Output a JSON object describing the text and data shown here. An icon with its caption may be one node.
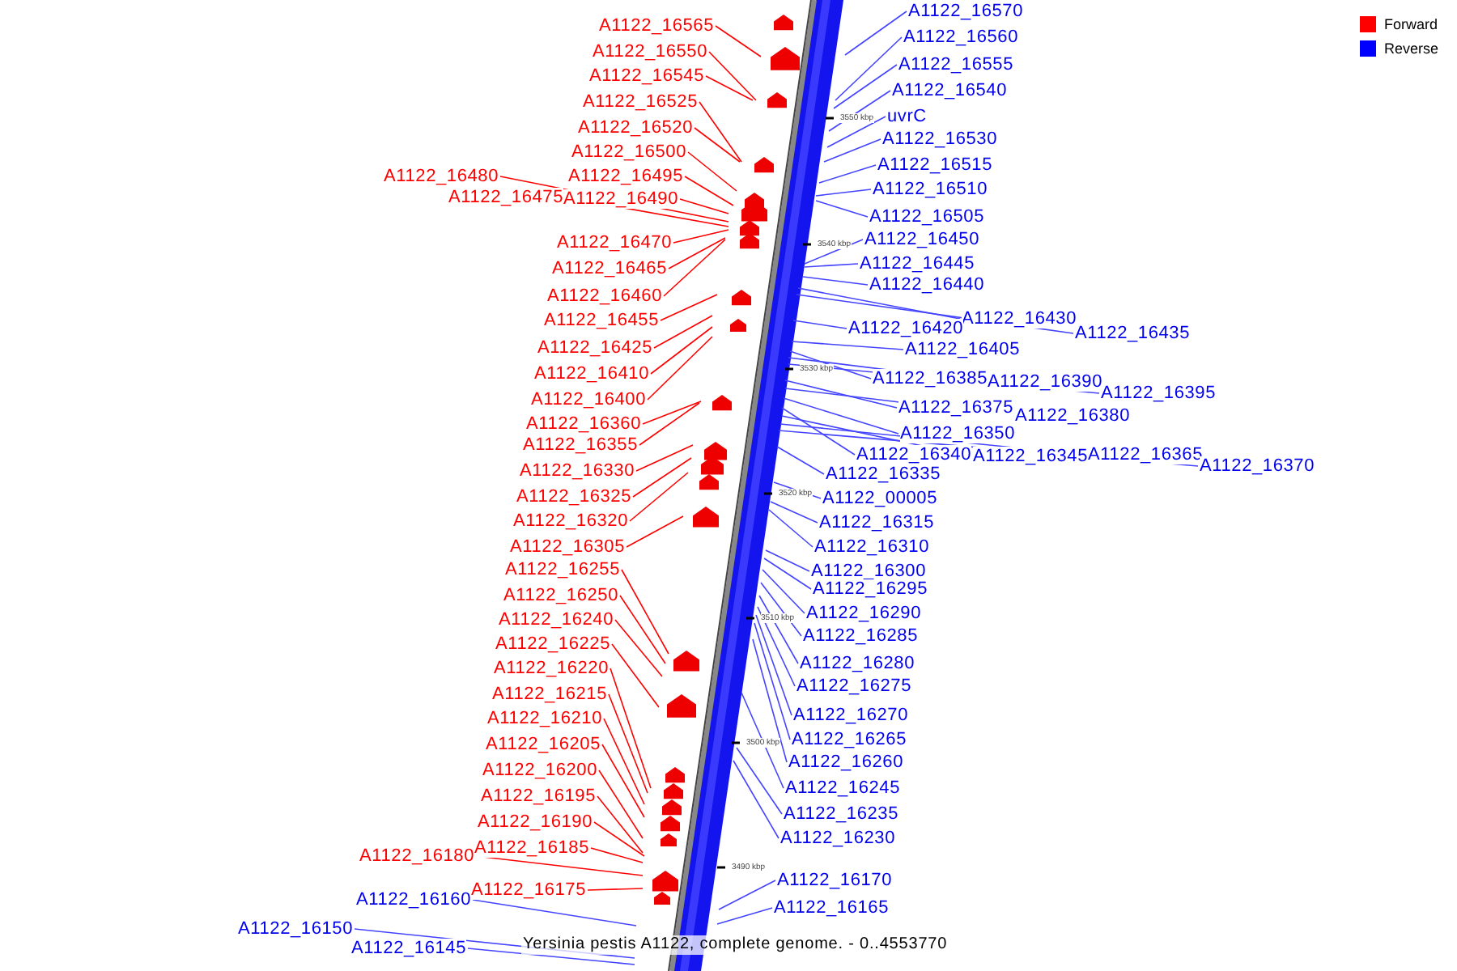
{
  "diagram": {
    "caption": "Yersinia pestis A1122, complete genome. - 0..4553770",
    "nodes": [
      {
        "text": [
          "A1122_16565"
        ]
      },
      {
        "text": [
          "A1122_16550"
        ]
      },
      {
        "text": [
          "A1122_16545"
        ]
      },
      {
        "text": [
          "A1122_16525"
        ]
      },
      {
        "text": [
          "A1122_16520"
        ]
      },
      {
        "text": [
          "A1122_16500"
        ]
      },
      {
        "text": [
          "A1122_16495"
        ]
      },
      {
        "text": [
          "A1122_16480"
        ]
      },
      {
        "text": [
          "A1122_16475"
        ]
      },
      {
        "text": [
          "A1122_16490"
        ]
      },
      {
        "text": [
          "A1122_16470"
        ]
      },
      {
        "text": [
          "A1122_16465"
        ]
      },
      {
        "text": [
          "A1122_16460"
        ]
      },
      {
        "text": [
          "A1122_16455"
        ]
      },
      {
        "text": [
          "A1122_16425"
        ]
      },
      {
        "text": [
          "A1122_16410"
        ]
      },
      {
        "text": [
          "A1122_16400"
        ]
      },
      {
        "text": [
          "A1122_16360"
        ]
      },
      {
        "text": [
          "A1122_16355"
        ]
      },
      {
        "text": [
          "A1122_16330"
        ]
      },
      {
        "text": [
          "A1122_16325"
        ]
      },
      {
        "text": [
          "A1122_16320"
        ]
      },
      {
        "text": [
          "A1122_16305"
        ]
      },
      {
        "text": [
          "A1122_16255"
        ]
      },
      {
        "text": [
          "A1122_16250"
        ]
      },
      {
        "text": [
          "A1122_16240"
        ]
      },
      {
        "text": [
          "A1122_16225"
        ]
      },
      {
        "text": [
          "A1122_16220"
        ]
      },
      {
        "text": [
          "A1122_16215"
        ]
      },
      {
        "text": [
          "A1122_16210"
        ]
      },
      {
        "text": [
          "A1122_16205"
        ]
      },
      {
        "text": [
          "A1122_16200"
        ]
      },
      {
        "text": [
          "A1122_16195"
        ]
      },
      {
        "text": [
          "A1122_16190"
        ]
      },
      {
        "text": [
          "A1122_16185"
        ]
      },
      {
        "text": [
          "A1122_16180"
        ]
      },
      {
        "text": [
          "A1122_16175"
        ]
      },
      {
        "text": [
          "A1122_16160"
        ]
      },
      {
        "text": [
          "A1122_16150"
        ]
      },
      {
        "text": [
          "A1122_16145"
        ]
      },
      {
        "text": [
          "A1122_16570"
        ]
      },
      {
        "text": [
          "A1122_16560"
        ]
      },
      {
        "text": [
          "A1122_16555"
        ]
      },
      {
        "text": [
          "A1122_16540"
        ]
      },
      {
        "text": [
          "uvrC"
        ]
      },
      {
        "text": [
          "A1122_16530"
        ]
      },
      {
        "text": [
          "A1122_16515"
        ]
      },
      {
        "text": [
          "A1122_16510"
        ]
      },
      {
        "text": [
          "A1122_16505"
        ]
      },
      {
        "text": [
          "A1122_16450"
        ]
      },
      {
        "text": [
          "A1122_16445"
        ]
      },
      {
        "text": [
          "A1122_16440"
        ]
      },
      {
        "text": [
          "A1122_16430"
        ]
      },
      {
        "text": [
          "A1122_16435"
        ]
      },
      {
        "text": [
          "A1122_16420"
        ]
      },
      {
        "text": [
          "A1122_16405"
        ]
      },
      {
        "text": [
          "A1122_16385"
        ]
      },
      {
        "text": [
          "A1122_16390"
        ]
      },
      {
        "text": [
          "A1122_16395"
        ]
      },
      {
        "text": [
          "A1122_16375"
        ]
      },
      {
        "text": [
          "A1122_16380"
        ]
      },
      {
        "text": [
          "A1122_16350"
        ]
      },
      {
        "text": [
          "A1122_16340"
        ]
      },
      {
        "text": [
          "A1122_16345"
        ]
      },
      {
        "text": [
          "A1122_16365"
        ]
      },
      {
        "text": [
          "A1122_16370"
        ]
      },
      {
        "text": [
          "A1122_16335"
        ]
      },
      {
        "text": [
          "A1122_00005"
        ]
      },
      {
        "text": [
          "A1122_16315"
        ]
      },
      {
        "text": [
          "A1122_16310"
        ]
      },
      {
        "text": [
          "A1122_16300"
        ]
      },
      {
        "text": [
          "A1122_16295"
        ]
      },
      {
        "text": [
          "A1122_16290"
        ]
      },
      {
        "text": [
          "A1122_16285"
        ]
      },
      {
        "text": [
          "A1122_16280"
        ]
      },
      {
        "text": [
          "A1122_16275"
        ]
      },
      {
        "text": [
          "A1122_16270"
        ]
      },
      {
        "text": [
          "A1122_16265"
        ]
      },
      {
        "text": [
          "A1122_16260"
        ]
      },
      {
        "text": [
          "A1122_16245"
        ]
      },
      {
        "text": [
          "A1122_16235"
        ]
      },
      {
        "text": [
          "A1122_16230"
        ]
      },
      {
        "text": [
          "A1122_16170"
        ]
      },
      {
        "text": [
          "A1122_16165"
        ]
      },
      {
        "text": [],
        "shape": "bar"
      }
    ],
    "edges": [
      {
        "from": 0,
        "to": 84,
        "arrow": "none",
        "color": "#ff0000"
      },
      {
        "from": 1,
        "to": 84,
        "arrow": "none",
        "color": "#ff0000"
      },
      {
        "from": 2,
        "to": 84,
        "arrow": "none",
        "color": "#ff0000"
      },
      {
        "from": 3,
        "to": 84,
        "arrow": "none",
        "color": "#ff0000"
      },
      {
        "from": 4,
        "to": 84,
        "arrow": "none",
        "color": "#ff0000"
      },
      {
        "from": 5,
        "to": 84,
        "arrow": "none",
        "color": "#ff0000"
      },
      {
        "from": 6,
        "to": 84,
        "arrow": "none",
        "color": "#ff0000"
      },
      {
        "from": 7,
        "to": 84,
        "arrow": "none",
        "color": "#ff0000"
      },
      {
        "from": 8,
        "to": 84,
        "arrow": "none",
        "color": "#ff0000"
      },
      {
        "from": 9,
        "to": 84,
        "arrow": "none",
        "color": "#ff0000"
      },
      {
        "from": 10,
        "to": 84,
        "arrow": "none",
        "color": "#ff0000"
      },
      {
        "from": 11,
        "to": 84,
        "arrow": "none",
        "color": "#ff0000"
      },
      {
        "from": 12,
        "to": 84,
        "arrow": "none",
        "color": "#ff0000"
      },
      {
        "from": 13,
        "to": 84,
        "arrow": "none",
        "color": "#ff0000"
      },
      {
        "from": 14,
        "to": 84,
        "arrow": "none",
        "color": "#ff0000"
      },
      {
        "from": 15,
        "to": 84,
        "arrow": "none",
        "color": "#ff0000"
      },
      {
        "from": 16,
        "to": 84,
        "arrow": "none",
        "color": "#ff0000"
      },
      {
        "from": 17,
        "to": 84,
        "arrow": "none",
        "color": "#ff0000"
      },
      {
        "from": 18,
        "to": 84,
        "arrow": "none",
        "color": "#ff0000"
      },
      {
        "from": 19,
        "to": 84,
        "arrow": "none",
        "color": "#ff0000"
      },
      {
        "from": 20,
        "to": 84,
        "arrow": "none",
        "color": "#ff0000"
      },
      {
        "from": 21,
        "to": 84,
        "arrow": "none",
        "color": "#ff0000"
      },
      {
        "from": 22,
        "to": 84,
        "arrow": "none",
        "color": "#ff0000"
      },
      {
        "from": 23,
        "to": 84,
        "arrow": "none",
        "color": "#ff0000"
      },
      {
        "from": 24,
        "to": 84,
        "arrow": "none",
        "color": "#ff0000"
      },
      {
        "from": 25,
        "to": 84,
        "arrow": "none",
        "color": "#ff0000"
      },
      {
        "from": 26,
        "to": 84,
        "arrow": "none",
        "color": "#ff0000"
      },
      {
        "from": 27,
        "to": 84,
        "arrow": "none",
        "color": "#ff0000"
      },
      {
        "from": 28,
        "to": 84,
        "arrow": "none",
        "color": "#ff0000"
      },
      {
        "from": 29,
        "to": 84,
        "arrow": "none",
        "color": "#ff0000"
      },
      {
        "from": 30,
        "to": 84,
        "arrow": "none",
        "color": "#ff0000"
      },
      {
        "from": 31,
        "to": 84,
        "arrow": "none",
        "color": "#ff0000"
      },
      {
        "from": 32,
        "to": 84,
        "arrow": "none",
        "color": "#ff0000"
      },
      {
        "from": 33,
        "to": 84,
        "arrow": "none",
        "color": "#ff0000"
      },
      {
        "from": 34,
        "to": 84,
        "arrow": "none",
        "color": "#ff0000"
      },
      {
        "from": 35,
        "to": 84,
        "arrow": "none",
        "color": "#ff0000"
      },
      {
        "from": 36,
        "to": 84,
        "arrow": "none",
        "color": "#ff0000"
      },
      {
        "from": 37,
        "to": 84,
        "arrow": "none"
      },
      {
        "from": 38,
        "to": 84,
        "arrow": "none"
      },
      {
        "from": 39,
        "to": 84,
        "arrow": "none"
      },
      {
        "from": 40,
        "to": 84,
        "arrow": "none"
      },
      {
        "from": 41,
        "to": 84,
        "arrow": "none"
      },
      {
        "from": 42,
        "to": 84,
        "arrow": "none"
      },
      {
        "from": 43,
        "to": 84,
        "arrow": "none"
      },
      {
        "from": 44,
        "to": 84,
        "arrow": "none"
      },
      {
        "from": 45,
        "to": 84,
        "arrow": "none"
      },
      {
        "from": 46,
        "to": 84,
        "arrow": "none"
      },
      {
        "from": 47,
        "to": 84,
        "arrow": "none"
      },
      {
        "from": 48,
        "to": 84,
        "arrow": "none"
      },
      {
        "from": 49,
        "to": 84,
        "arrow": "none"
      },
      {
        "from": 50,
        "to": 84,
        "arrow": "none"
      },
      {
        "from": 51,
        "to": 84,
        "arrow": "none"
      },
      {
        "from": 52,
        "to": 84,
        "arrow": "none"
      },
      {
        "from": 53,
        "to": 84,
        "arrow": "none"
      },
      {
        "from": 54,
        "to": 84,
        "arrow": "none"
      },
      {
        "from": 55,
        "to": 84,
        "arrow": "none"
      },
      {
        "from": 56,
        "to": 84,
        "arrow": "none"
      },
      {
        "from": 57,
        "to": 84,
        "arrow": "none"
      },
      {
        "from": 58,
        "to": 84,
        "arrow": "none"
      },
      {
        "from": 59,
        "to": 84,
        "arrow": "none"
      },
      {
        "from": 60,
        "to": 84,
        "arrow": "none"
      },
      {
        "from": 61,
        "to": 84,
        "arrow": "none"
      },
      {
        "from": 62,
        "to": 84,
        "arrow": "none"
      },
      {
        "from": 63,
        "to": 84,
        "arrow": "none"
      },
      {
        "from": 64,
        "to": 84,
        "arrow": "none"
      },
      {
        "from": 65,
        "to": 84,
        "arrow": "none"
      },
      {
        "from": 66,
        "to": 84,
        "arrow": "none"
      },
      {
        "from": 67,
        "to": 84,
        "arrow": "none"
      },
      {
        "from": 68,
        "to": 84,
        "arrow": "none"
      },
      {
        "from": 69,
        "to": 84,
        "arrow": "none"
      },
      {
        "from": 70,
        "to": 84,
        "arrow": "none"
      },
      {
        "from": 71,
        "to": 84,
        "arrow": "none"
      },
      {
        "from": 72,
        "to": 84,
        "arrow": "none"
      },
      {
        "from": 73,
        "to": 84,
        "arrow": "none"
      },
      {
        "from": 74,
        "to": 84,
        "arrow": "none"
      },
      {
        "from": 75,
        "to": 84,
        "arrow": "none"
      },
      {
        "from": 76,
        "to": 84,
        "arrow": "none"
      },
      {
        "from": 77,
        "to": 84,
        "arrow": "none"
      },
      {
        "from": 78,
        "to": 84,
        "arrow": "none"
      },
      {
        "from": 79,
        "to": 84,
        "arrow": "none"
      },
      {
        "from": 80,
        "to": 84,
        "arrow": "none"
      },
      {
        "from": 81,
        "to": 84,
        "arrow": "none"
      },
      {
        "from": 82,
        "to": 84,
        "arrow": "none"
      },
      {
        "from": 83,
        "to": 84,
        "arrow": "none"
      }
    ],
    "labels": [
      "3550 kbp",
      "3540 kbp",
      "3530 kbp",
      "3520 kbp",
      "3510 kbp",
      "3500 kbp",
      "3490 kbp"
    ],
    "legend": [
      {
        "text": "Forward",
        "color": "#ff0000"
      },
      {
        "text": "Reverse",
        "color": "#0000ff"
      }
    ]
  }
}
